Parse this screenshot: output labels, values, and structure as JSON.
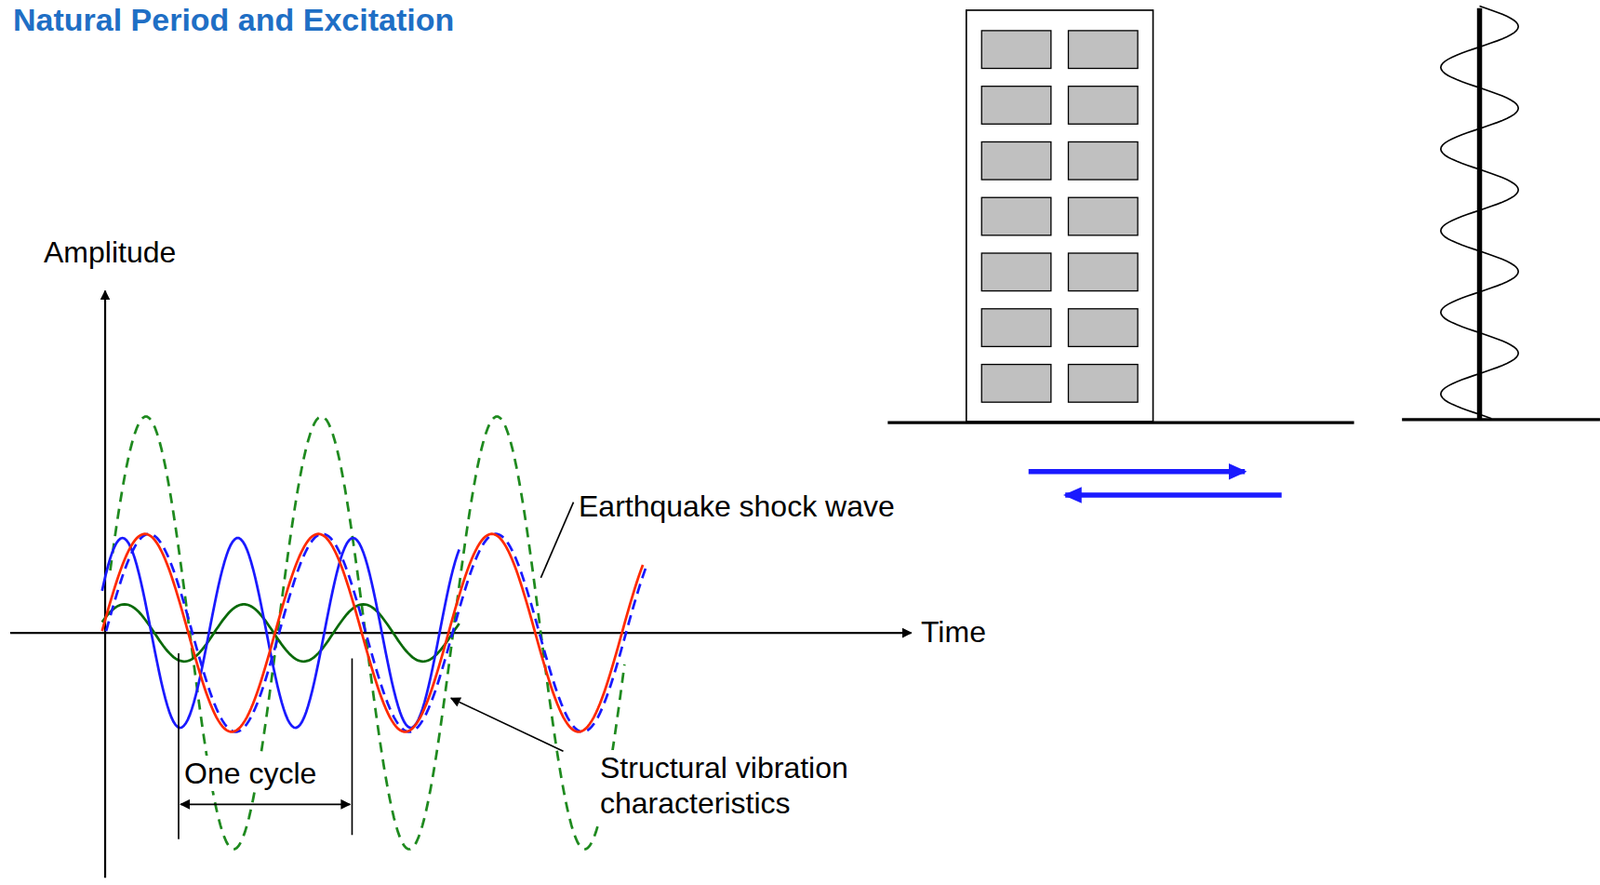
{
  "diagram": {
    "title": "Natural Period and Excitation",
    "labels": [
      "Amplitude",
      "Time",
      "Earthquake shock wave",
      "One cycle",
      "Structural vibration characteristics"
    ]
  }
}
